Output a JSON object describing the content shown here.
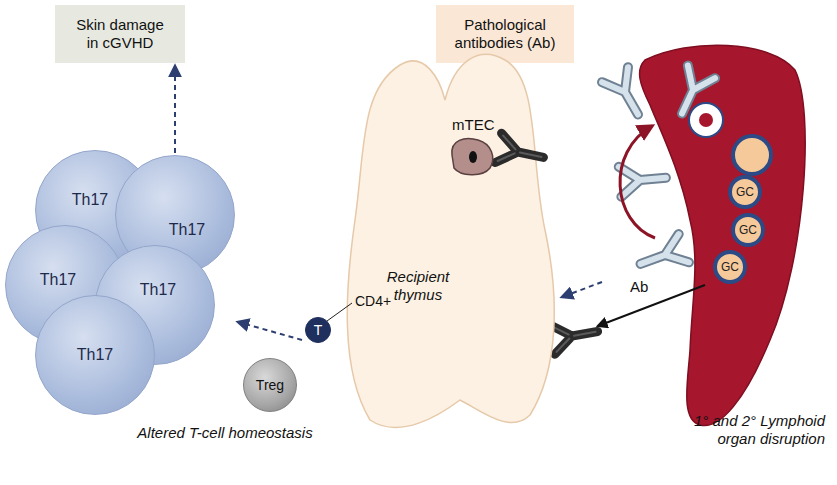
{
  "diagram": {
    "nodes": [
      {
        "text": [
          "Skin damage in cGVHD"
        ]
      },
      {
        "text": [
          "Pathological antibodies (Ab)"
        ]
      },
      {
        "text": [
          "Th17"
        ]
      },
      {
        "text": [
          "Th17"
        ]
      },
      {
        "text": [
          "Th17"
        ]
      },
      {
        "text": [
          "Th17"
        ]
      },
      {
        "text": [
          "Th17"
        ]
      },
      {
        "text": [
          "Recipient thymus"
        ]
      },
      {
        "text": [
          "T"
        ],
        "in": 7
      },
      {
        "text": [
          "Treg"
        ]
      },
      {
        "text": [
          "GC"
        ]
      },
      {
        "text": [
          "GC"
        ]
      },
      {
        "text": [
          "GC"
        ]
      }
    ],
    "edges": [
      {
        "from": 3,
        "to": 0,
        "arrow": "to"
      }
    ],
    "labels": [
      "CD4+",
      "mTEC",
      "Ab",
      "Altered T-cell homeostasis",
      "1° and 2° Lymphoid organ disruption"
    ]
  }
}
